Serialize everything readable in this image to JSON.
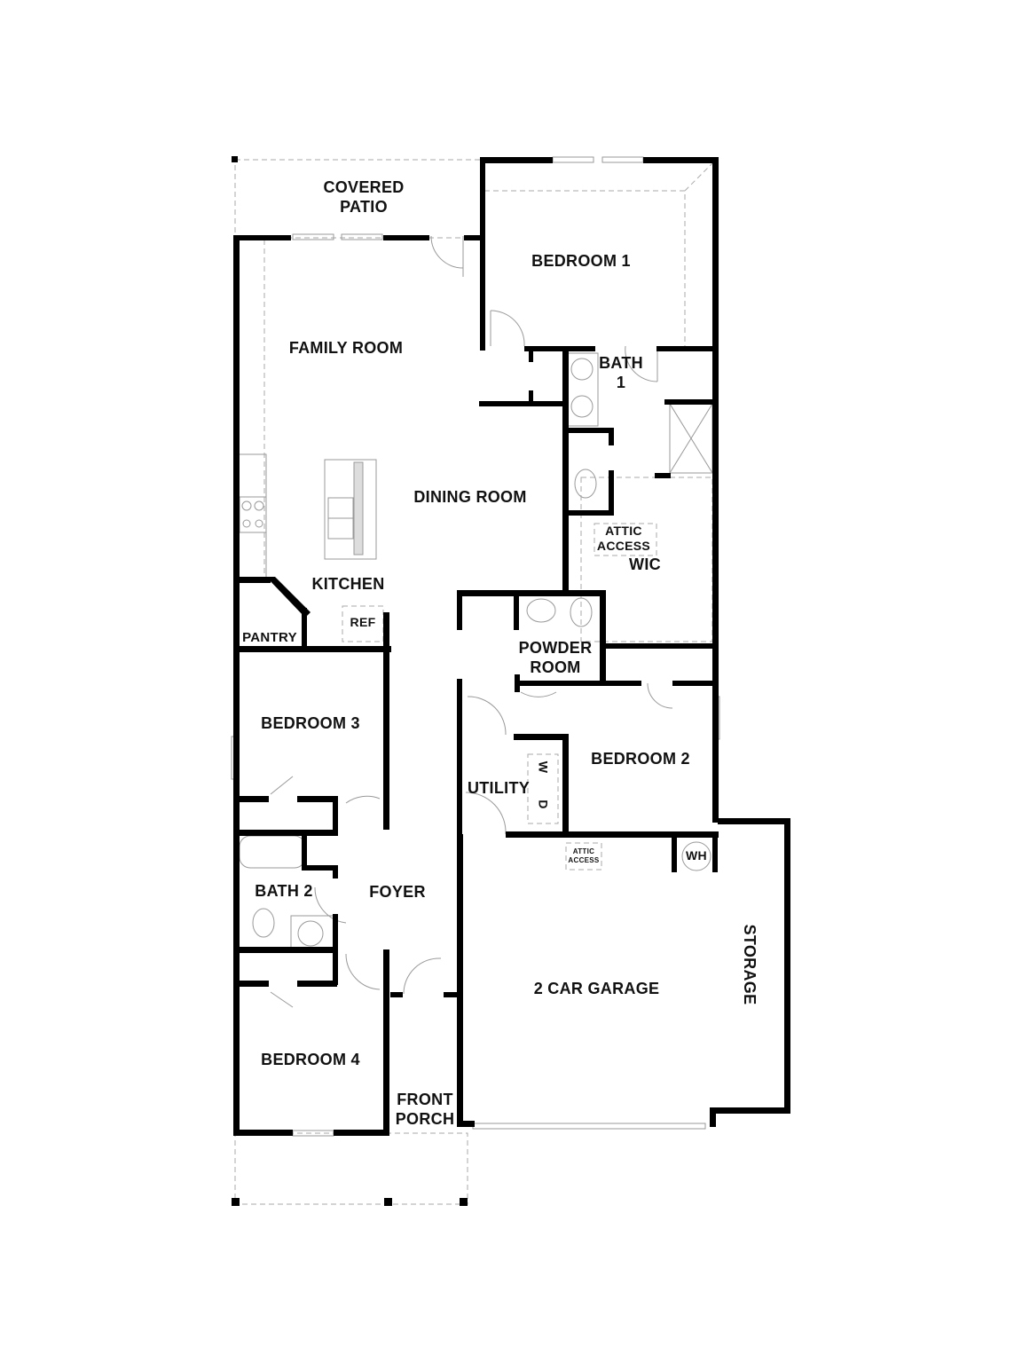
{
  "floor_plan": {
    "rooms": [
      {
        "id": "covered_patio",
        "label": "COVERED\nPATIO",
        "line1": "COVERED",
        "line2": "PATIO"
      },
      {
        "id": "bedroom_1",
        "label": "BEDROOM 1"
      },
      {
        "id": "family_room",
        "label": "FAMILY ROOM"
      },
      {
        "id": "bath_1",
        "line1": "BATH",
        "line2": "1"
      },
      {
        "id": "dining_room",
        "label": "DINING ROOM"
      },
      {
        "id": "attic_access_wic",
        "line1": "ATTIC",
        "line2": "ACCESS"
      },
      {
        "id": "wic",
        "label": "WIC"
      },
      {
        "id": "kitchen",
        "label": "KITCHEN"
      },
      {
        "id": "ref",
        "label": "REF"
      },
      {
        "id": "pantry",
        "label": "PANTRY"
      },
      {
        "id": "powder_room",
        "line1": "POWDER",
        "line2": "ROOM"
      },
      {
        "id": "bedroom_3",
        "label": "BEDROOM 3"
      },
      {
        "id": "bedroom_2",
        "label": "BEDROOM 2"
      },
      {
        "id": "utility",
        "label": "UTILITY"
      },
      {
        "id": "washer",
        "label": "W"
      },
      {
        "id": "dryer",
        "label": "D"
      },
      {
        "id": "attic_access_garage",
        "line1": "ATTIC",
        "line2": "ACCESS"
      },
      {
        "id": "water_heater",
        "label": "WH"
      },
      {
        "id": "bath_2",
        "label": "BATH 2"
      },
      {
        "id": "foyer",
        "label": "FOYER"
      },
      {
        "id": "garage",
        "label": "2 CAR GARAGE"
      },
      {
        "id": "storage",
        "label": "STORAGE"
      },
      {
        "id": "bedroom_4",
        "label": "BEDROOM 4"
      },
      {
        "id": "front_porch",
        "line1": "FRONT",
        "line2": "PORCH"
      }
    ],
    "colors": {
      "wall": "#000000",
      "fixture": "#999999",
      "background": "#ffffff"
    }
  }
}
